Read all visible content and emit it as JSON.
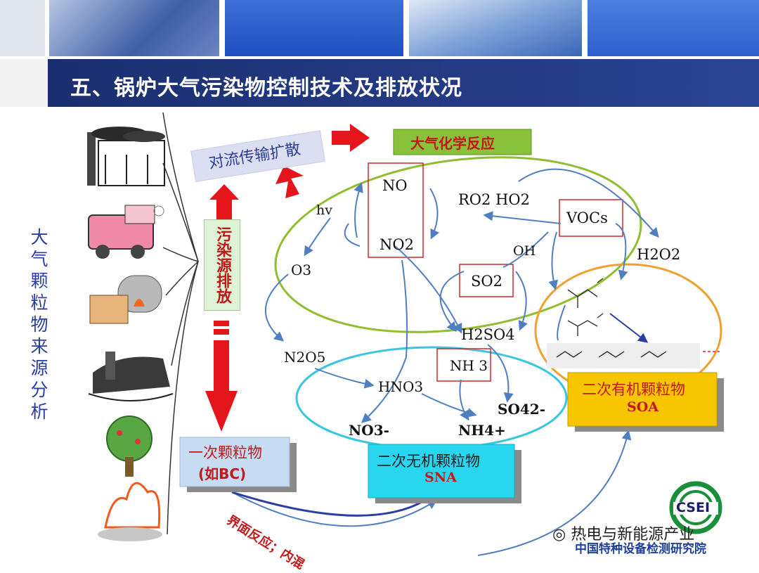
{
  "slide": {
    "title": "五、锅炉大气污染物控制技术及排放状况",
    "left_label": "大气颗粒物来源分析"
  },
  "labels": {
    "convection": "对流传输扩散",
    "pollution_source": "污染源排放",
    "atm_chem": "大气化学反应",
    "no": "NO",
    "no2": "NO2",
    "hv": "hv",
    "o3": "O3",
    "ro2_ho2": "RO2 HO2",
    "vocs": "VOCs",
    "oh": "OH",
    "h2o2": "H2O2",
    "so2": "SO2",
    "h2so4": "H2SO4",
    "n2o5": "N2O5",
    "hno3": "HNO3",
    "nh3": "NH 3",
    "no3": "NO3-",
    "nh4": "NH4+",
    "so4": "SO42-",
    "primary_line1": "一次颗粒物",
    "primary_line2": "(如BC)",
    "sna_line1": "二次无机颗粒物",
    "sna_line2": "SNA",
    "soa_line1": "二次有机颗粒物",
    "soa_line2": "SOA",
    "interface": "界面反应；内混"
  },
  "footer": {
    "watermark": "热电与新能源产业",
    "institute": "中国特种设备检测研究院",
    "logo_text": "CSEI"
  },
  "colors": {
    "title_bg": "#1f3577",
    "arrow_red": "#e5161b",
    "flow_blue": "#4f7fc0",
    "green_ellipse": "#8fbe2e",
    "cyan_ellipse": "#38c6e0",
    "orange_ellipse": "#f0a030",
    "soa_box": "#f7c600",
    "sna_box": "#29d6f0",
    "primary_box": "#c5dcf3"
  }
}
